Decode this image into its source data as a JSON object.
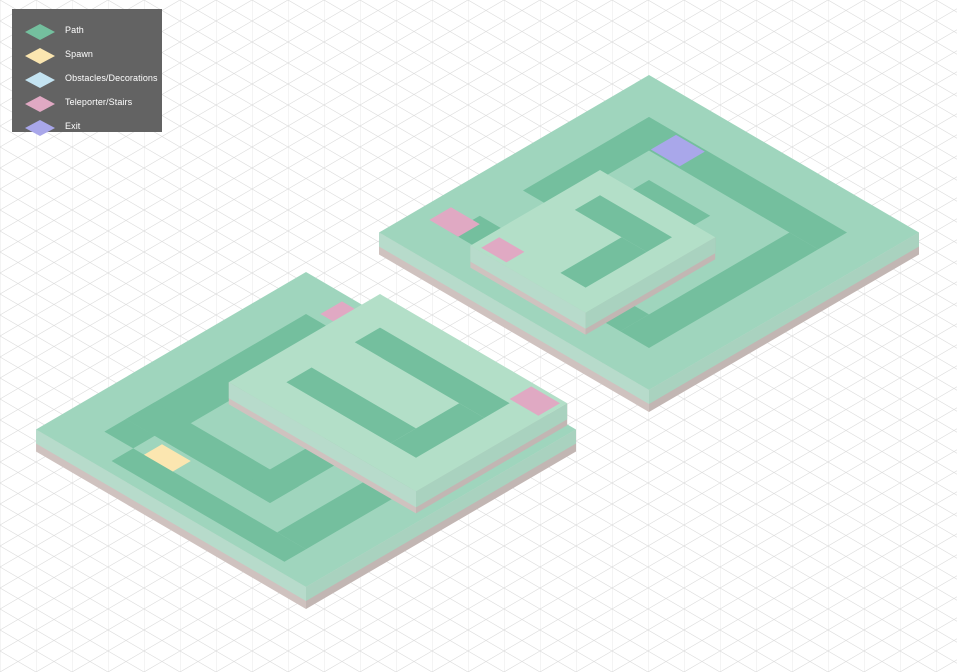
{
  "legend": {
    "items": [
      {
        "label": "Path",
        "color": "#74bf9e"
      },
      {
        "label": "Spawn",
        "color": "#fbe6b0"
      },
      {
        "label": "Obstacles/Decorations",
        "color": "#c3e3f1"
      },
      {
        "label": "Teleporter/Stairs",
        "color": "#e0a9c3"
      },
      {
        "label": "Exit",
        "color": "#a9a7ea"
      }
    ]
  },
  "palette": {
    "ground_top": "#9fd5bd",
    "raised_top": "#b3dfc8",
    "path": "#74bf9e",
    "side_left": "#b7dbcb",
    "side_right": "#a9d2bf",
    "soil_left": "#cfc2bf",
    "soil_right": "#c2b6b3",
    "grid": "#dcdcdc",
    "spawn": "#fbe6b0",
    "teleporter": "#e0a9c3",
    "teleporter_side": "#d994b7",
    "exit": "#a9a7ea"
  },
  "map": {
    "tiles": {
      "spawn": "spawn-tile",
      "exit": "exit-tile",
      "teleporters": [
        "teleporter-west",
        "teleporter-center-a",
        "teleporter-center-b",
        "teleporter-east"
      ]
    }
  }
}
